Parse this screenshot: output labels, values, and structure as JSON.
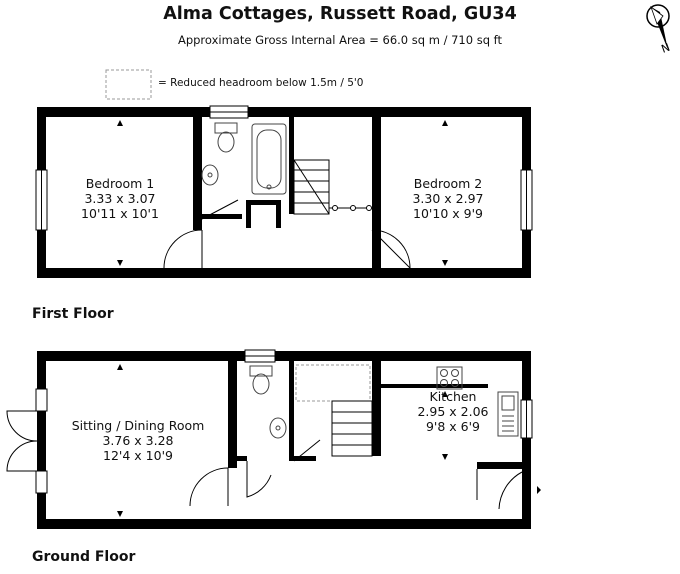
{
  "property": {
    "title": "Alma Cottages, Russett Road, GU34",
    "gross_area": "Approximate Gross Internal Area = 66.0 sq m / 710 sq ft"
  },
  "legend": {
    "reduced_headroom": "= Reduced headroom below 1.5m / 5'0"
  },
  "compass": {
    "north_label": "N",
    "icon": "north-compass-icon"
  },
  "first_floor": {
    "label": "First Floor",
    "rooms": [
      {
        "name": "Bedroom 1",
        "metric": "3.33 x 3.07",
        "imperial": "10'11 x 10'1"
      },
      {
        "name": "Bedroom 2",
        "metric": "3.30 x 2.97",
        "imperial": "10'10 x 9'9"
      }
    ]
  },
  "ground_floor": {
    "label": "Ground Floor",
    "rooms": [
      {
        "name": "Sitting / Dining Room",
        "metric": "3.76 x 3.28",
        "imperial": "12'4 x 10'9"
      },
      {
        "name": "Kitchen",
        "metric": "2.95 x 2.06",
        "imperial": "9'8 x 6'9"
      }
    ]
  },
  "colors": {
    "wall": "#000000",
    "fixture": "#444444",
    "background": "#ffffff"
  }
}
